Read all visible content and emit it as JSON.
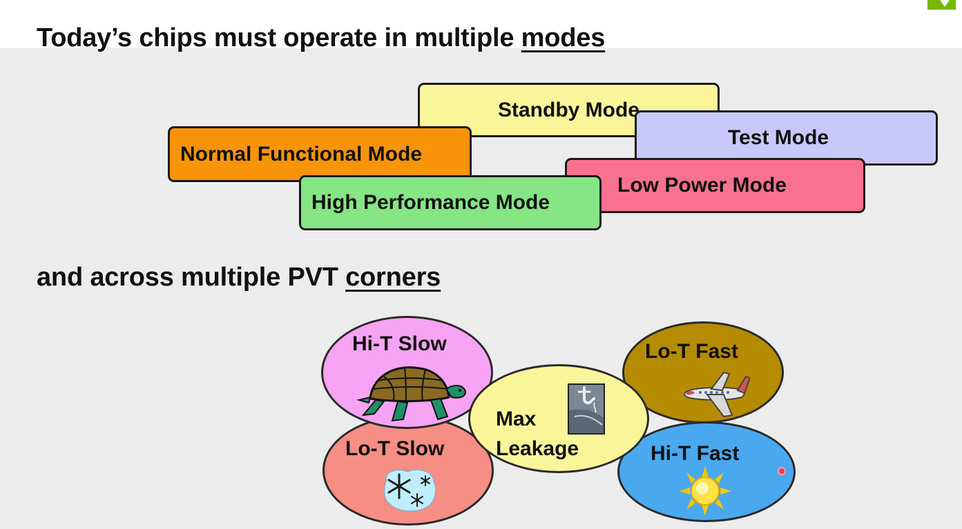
{
  "slide": {
    "title_prefix": "Today’s chips must operate in multiple ",
    "title_emphasis": "modes",
    "subtitle_prefix": "and across multiple PVT ",
    "subtitle_emphasis": "corners"
  },
  "modes": [
    {
      "label": "Standby Mode",
      "color": "#fbf59a"
    },
    {
      "label": "Test Mode",
      "color": "#c9c8fb"
    },
    {
      "label": "Low Power Mode",
      "color": "#f8728e"
    },
    {
      "label": "Normal Functional Mode",
      "color": "#f7940a"
    },
    {
      "label": "High Performance Mode",
      "color": "#86e585"
    }
  ],
  "corners": [
    {
      "label": "Hi-T Slow",
      "color": "#f6a3f4",
      "icon": "turtle-icon"
    },
    {
      "label": "Lo-T Slow",
      "color": "#f68e84",
      "icon": "snowflake-icon"
    },
    {
      "label_line1": "Max",
      "label_line2": "Leakage",
      "color": "#fbf59a",
      "icon": "leaking-faucet-icon"
    },
    {
      "label": "Lo-T Fast",
      "color": "#b58b00",
      "icon": "airplane-icon"
    },
    {
      "label": "Hi-T Fast",
      "color": "#4aa8ee",
      "icon": "sun-icon"
    }
  ],
  "brand_color": "#76b900"
}
